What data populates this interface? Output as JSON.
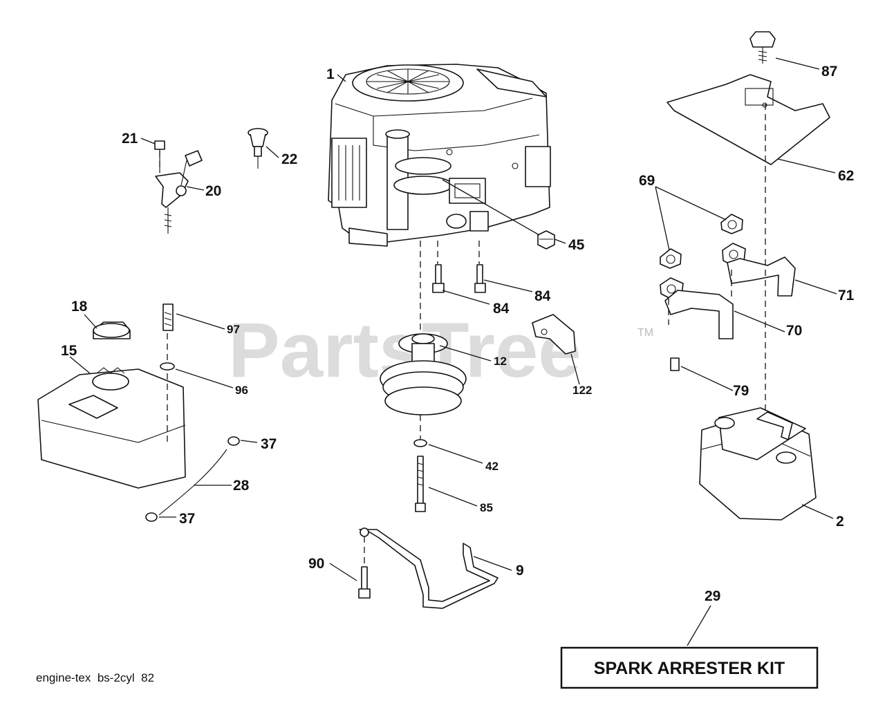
{
  "watermark": {
    "text": "PartsTree",
    "trademark": "TM"
  },
  "footer": {
    "code": "engine-tex  bs-2cyl  82"
  },
  "kit_box": {
    "label": "SPARK ARRESTER KIT"
  },
  "callouts": {
    "c1": "1",
    "c87": "87",
    "c21": "21",
    "c22": "22",
    "c20": "20",
    "c62": "62",
    "c69": "69",
    "c45": "45",
    "c84a": "84",
    "c84b": "84",
    "c71": "71",
    "c18": "18",
    "c97": "97",
    "c70": "70",
    "c15": "15",
    "c12": "12",
    "c96": "96",
    "c122": "122",
    "c79": "79",
    "c37a": "37",
    "c28": "28",
    "c42": "42",
    "c37b": "37",
    "c85": "85",
    "c2": "2",
    "c9": "9",
    "c90": "90",
    "c29": "29"
  },
  "colors": {
    "line": "#111111",
    "watermark": "#c8c8c8",
    "background": "#ffffff"
  }
}
